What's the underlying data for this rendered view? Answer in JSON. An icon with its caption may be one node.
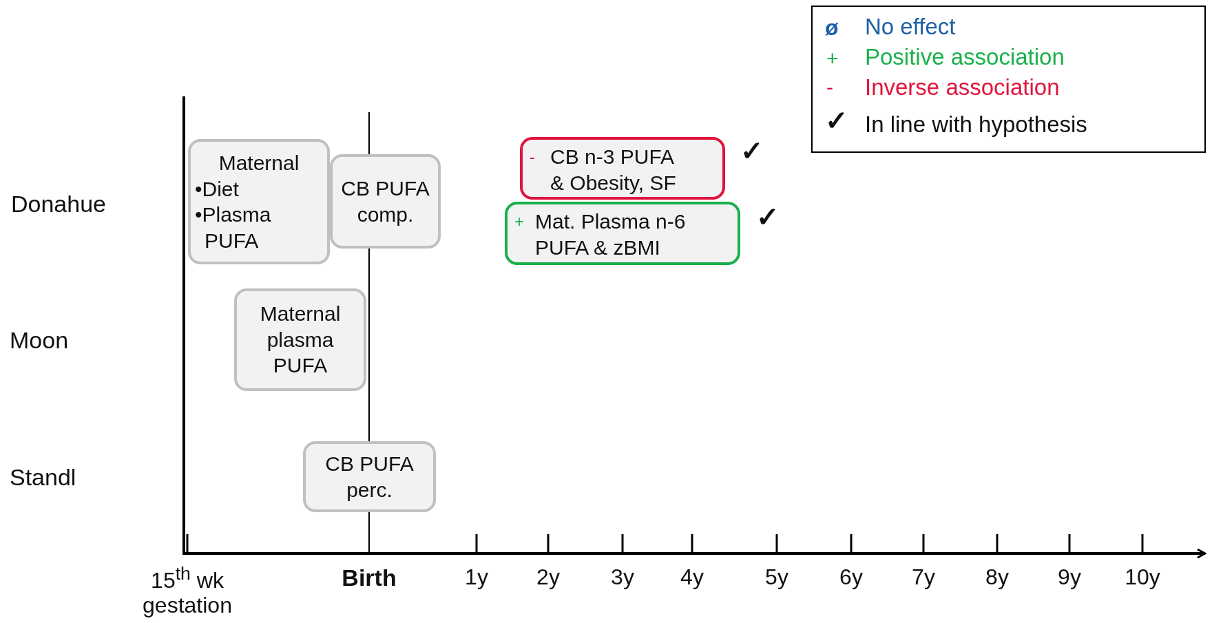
{
  "diagram": {
    "nodes": [
      {
        "text": [
          "Maternal",
          "•Diet",
          "•Plasma PUFA"
        ]
      },
      {
        "text": [
          "CB PUFA comp."
        ]
      },
      {
        "text": [
          "Maternal plasma PUFA"
        ]
      },
      {
        "text": [
          "CB PUFA perc."
        ]
      },
      {
        "text": [
          "-",
          "CB n-3 PUFA & Obesity, SF"
        ],
        "beside": [
          "✓"
        ]
      },
      {
        "text": [
          "+",
          "Mat. Plasma n-6 PUFA & zBMI"
        ],
        "beside": [
          "✓"
        ]
      }
    ],
    "edges": [],
    "labels": [
      "ø",
      "+",
      "-",
      "✓",
      "Donahue",
      "Moon",
      "Standl",
      "15$^{th}$ wk gestation",
      "Birth",
      "1y",
      "2y",
      "3y",
      "4y",
      "5y",
      "6y",
      "7y",
      "8y",
      "9y",
      "10y"
    ],
    "legend": [
      {
        "text": "No effect",
        "color": "#1f5fa8"
      },
      {
        "text": "Positive association",
        "color": "#19b04a"
      },
      {
        "text": "Inverse association",
        "color": "#e0143c"
      },
      {
        "text": "In line with hypothesis"
      }
    ]
  }
}
